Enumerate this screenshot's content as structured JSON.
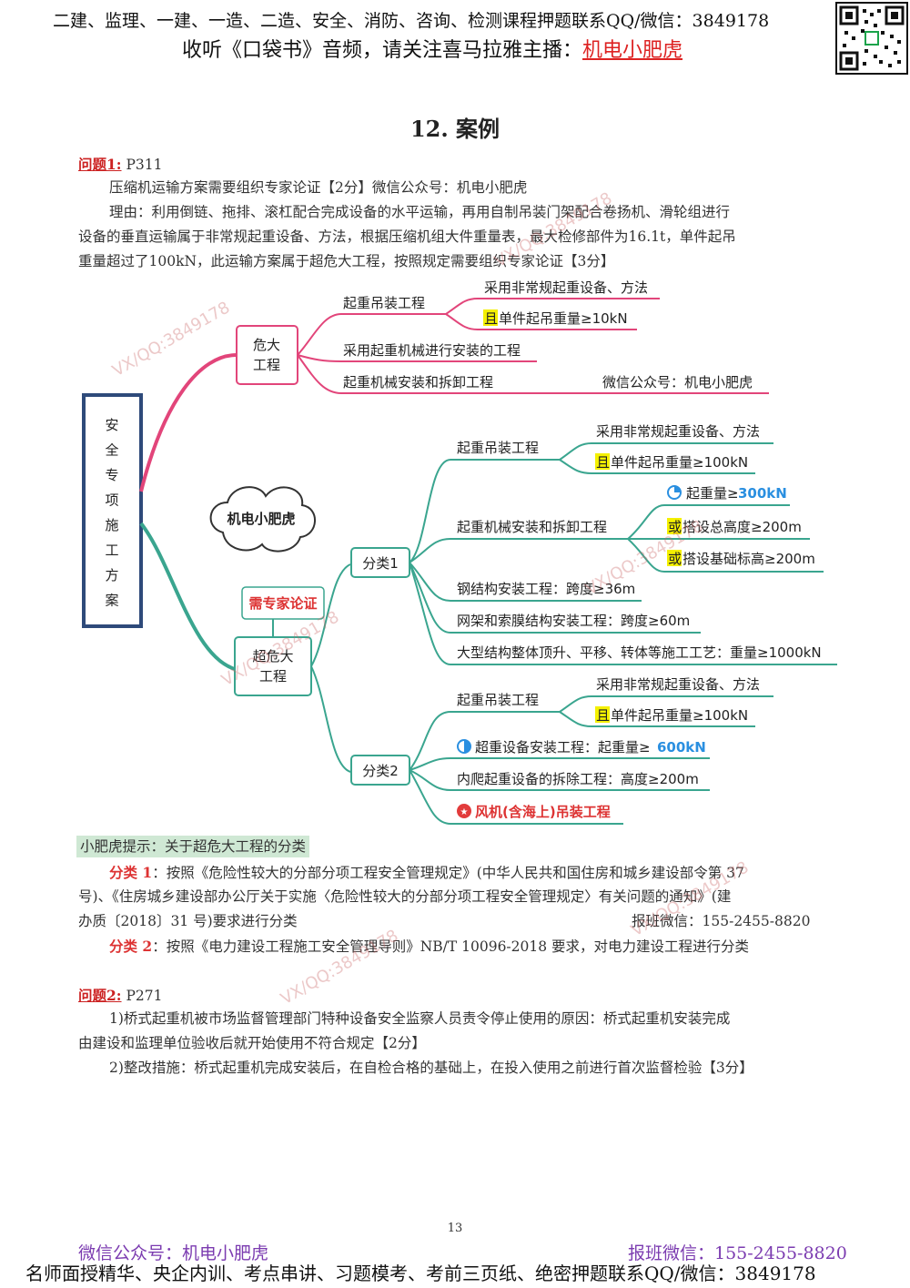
{
  "header": {
    "line1": "二建、监理、一建、一造、二造、安全、消防、咨询、检测课程押题联系QQ/微信：3849178",
    "line2_prefix": "收听《口袋书》音频，请关注喜马拉雅主播：",
    "line2_highlight": "机电小肥虎"
  },
  "title": "12.    案例",
  "question1": {
    "label": "问题1:",
    "page_ref": "P311",
    "line1": "压缩机运输方案需要组织专家论证【2分】微信公众号：机电小肥虎",
    "line2": "理由：利用倒链、拖排、滚杠配合完成设备的水平运输，再用自制吊装门架配合卷扬机、滑轮组进行",
    "line3": "设备的垂直运输属于非常规起重设备、方法，根据压缩机组大件重量表，最大检修部件为16.1t，单件起吊",
    "line4": "重量超过了100kN，此运输方案属于超危大工程，按照规定需要组织专家论证【3分】"
  },
  "mindmap": {
    "root": "安全专项施工方案",
    "cloud": "机电小肥虎",
    "tag": "需专家论证",
    "branch_danger": {
      "label_line1": "危大",
      "label_line2": "工程",
      "lifting": "起重吊装工程",
      "lifting_a": "采用非常规起重设备、方法",
      "lifting_b_prefix": "且",
      "lifting_b": "单件起吊重量≥10kN",
      "machine_install": "采用起重机械进行安装的工程",
      "machine_dismantle": "起重机械安装和拆卸工程",
      "wechat": "微信公众号：机电小肥虎"
    },
    "branch_super": {
      "label_line1": "超危大",
      "label_line2": "工程",
      "cat1": {
        "label": "分类1",
        "lifting": "起重吊装工程",
        "lifting_a": "采用非常规起重设备、方法",
        "lifting_b_prefix": "且",
        "lifting_b": "单件起吊重量≥100kN",
        "machine": "起重机械安装和拆卸工程",
        "machine_a_prefix": "起重量≥",
        "machine_a_value": "300kN",
        "machine_b_prefix": "或",
        "machine_b": "搭设总高度≥200m",
        "machine_c_prefix": "或",
        "machine_c": "搭设基础标高≥200m",
        "steel": "钢结构安装工程：跨度≥36m",
        "membrane": "网架和索膜结构安装工程：跨度≥60m",
        "large": "大型结构整体顶升、平移、转体等施工工艺：重量≥1000kN"
      },
      "cat2": {
        "label": "分类2",
        "lifting": "起重吊装工程",
        "lifting_a": "采用非常规起重设备、方法",
        "lifting_b_prefix": "且",
        "lifting_b": "单件起吊重量≥100kN",
        "equip_prefix": "超重设备安装工程：起重量≥",
        "equip_value": "600kN",
        "climbing": "内爬起重设备的拆除工程：高度≥200m",
        "wind": "风机(含海上)吊装工程"
      }
    }
  },
  "tip": {
    "bar": "小肥虎提示：关于超危大工程的分类",
    "cat1_label": "分类 1",
    "cat1_line1": "：按照《危险性较大的分部分项工程安全管理规定》(中华人民共和国住房和城乡建设部令第 37",
    "cat1_line2": "号)、《住房城乡建设部办公厅关于实施〈危险性较大的分部分项工程安全管理规定〉有关问题的通知》(建",
    "cat1_line3": "办质〔2018〕31 号)要求进行分类",
    "cat1_right": "报班微信：155-2455-8820",
    "cat2_label": "分类 2",
    "cat2_line": "：按照《电力建设工程施工安全管理导则》NB/T 10096-2018 要求，对电力建设工程进行分类"
  },
  "question2": {
    "label": "问题2:",
    "page_ref": "P271",
    "line1": "1)桥式起重机被市场监督管理部门特种设备安全监察人员责令停止使用的原因：桥式起重机安装完成",
    "line2": "由建设和监理单位验收后就开始使用不符合规定【2分】",
    "line3": "2)整改措施：桥式起重机完成安装后，在自检合格的基础上，在投入使用之前进行首次监督检验【3分】"
  },
  "page_number": "13",
  "footer": {
    "left": "微信公众号：机电小肥虎",
    "right": "报班微信：155-2455-8820",
    "bottom": "名师面授精华、央企内训、考点串讲、习题模考、考前三页纸、绝密押题联系QQ/微信：3849178"
  },
  "watermark": "VX/QQ:3849178",
  "colors": {
    "pink": "#e2457a",
    "teal": "#3aa58f",
    "root_border": "#2e4a7a",
    "highlight_yellow": "#f4f000",
    "blue_value": "#2a8fe0",
    "red_label": "#d33333"
  }
}
